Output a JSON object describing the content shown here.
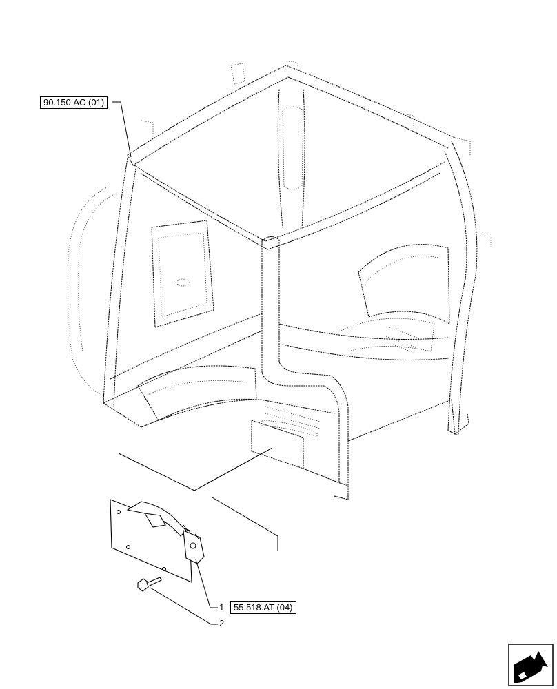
{
  "references": {
    "top_left": "90.150.AC (01)",
    "bottom": "55.518.AT (04)"
  },
  "callouts": [
    {
      "number": "1"
    },
    {
      "number": "2"
    }
  ],
  "icons": {
    "corner": "next-arrow-icon"
  }
}
